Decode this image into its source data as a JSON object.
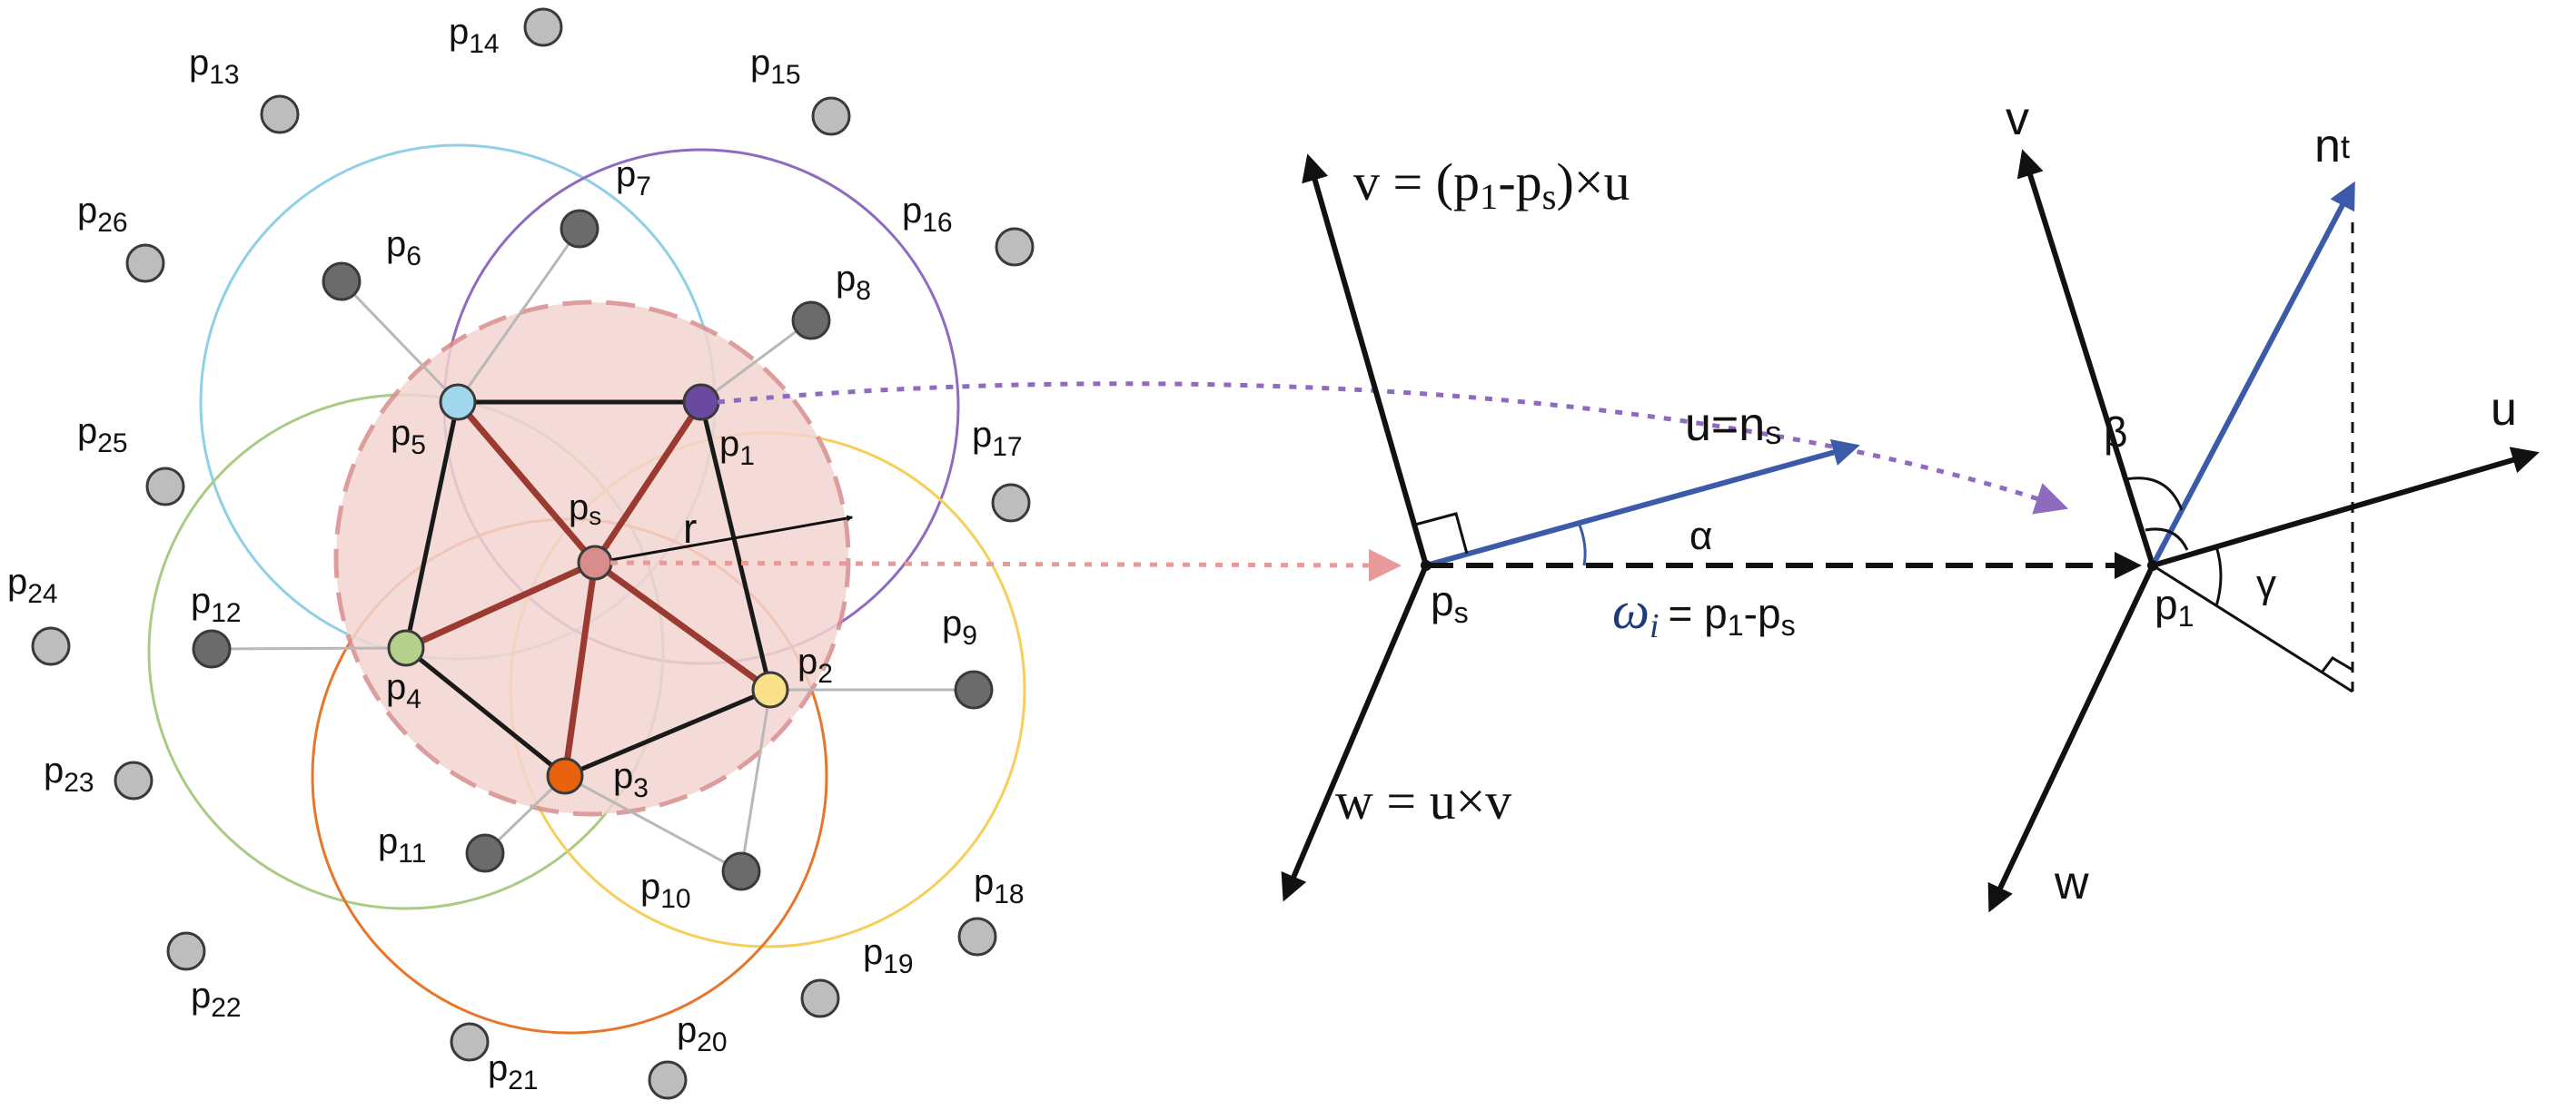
{
  "neighborhood": {
    "center_label": "p",
    "center_sub": "s",
    "radius_label": "r",
    "points": [
      {
        "id": "p1",
        "base": "p",
        "sub": "1",
        "ring": "inner"
      },
      {
        "id": "p2",
        "base": "p",
        "sub": "2",
        "ring": "inner"
      },
      {
        "id": "p3",
        "base": "p",
        "sub": "3",
        "ring": "inner"
      },
      {
        "id": "p4",
        "base": "p",
        "sub": "4",
        "ring": "inner"
      },
      {
        "id": "p5",
        "base": "p",
        "sub": "5",
        "ring": "inner"
      },
      {
        "id": "p6",
        "base": "p",
        "sub": "6",
        "ring": "middle"
      },
      {
        "id": "p7",
        "base": "p",
        "sub": "7",
        "ring": "middle"
      },
      {
        "id": "p8",
        "base": "p",
        "sub": "8",
        "ring": "middle"
      },
      {
        "id": "p9",
        "base": "p",
        "sub": "9",
        "ring": "middle"
      },
      {
        "id": "p10",
        "base": "p",
        "sub": "10",
        "ring": "middle"
      },
      {
        "id": "p11",
        "base": "p",
        "sub": "11",
        "ring": "middle"
      },
      {
        "id": "p12",
        "base": "p",
        "sub": "12",
        "ring": "middle"
      },
      {
        "id": "p13",
        "base": "p",
        "sub": "13",
        "ring": "outer"
      },
      {
        "id": "p14",
        "base": "p",
        "sub": "14",
        "ring": "outer"
      },
      {
        "id": "p15",
        "base": "p",
        "sub": "15",
        "ring": "outer"
      },
      {
        "id": "p16",
        "base": "p",
        "sub": "16",
        "ring": "outer"
      },
      {
        "id": "p17",
        "base": "p",
        "sub": "17",
        "ring": "outer"
      },
      {
        "id": "p18",
        "base": "p",
        "sub": "18",
        "ring": "outer"
      },
      {
        "id": "p19",
        "base": "p",
        "sub": "19",
        "ring": "outer"
      },
      {
        "id": "p20",
        "base": "p",
        "sub": "20",
        "ring": "outer"
      },
      {
        "id": "p21",
        "base": "p",
        "sub": "21",
        "ring": "outer"
      },
      {
        "id": "p22",
        "base": "p",
        "sub": "22",
        "ring": "outer"
      },
      {
        "id": "p23",
        "base": "p",
        "sub": "23",
        "ring": "outer"
      },
      {
        "id": "p24",
        "base": "p",
        "sub": "24",
        "ring": "outer"
      },
      {
        "id": "p25",
        "base": "p",
        "sub": "25",
        "ring": "outer"
      },
      {
        "id": "p26",
        "base": "p",
        "sub": "26",
        "ring": "outer"
      }
    ],
    "colors": {
      "p1": "#6a4a9e",
      "p2": "#fbe08a",
      "p3": "#e8620e",
      "p4": "#b3d18a",
      "p5": "#9fd8ec",
      "center": "#d98c8c",
      "middle_point": "#6b6b6b",
      "outer_point": "#bdbdbd",
      "spoke": "#9b3a30",
      "region_fill": "#f3d5d1",
      "region_stroke": "#d98c8c",
      "circle_p1": "#8e6bbf",
      "circle_p2": "#f7ce5a",
      "circle_p3": "#e8762a",
      "circle_p4": "#a8cc84",
      "circle_p5": "#8fd0e6"
    }
  },
  "frame_source": {
    "v_label": "v = (p",
    "v_sub1": "1",
    "v_mid": "-p",
    "v_sub2": "s",
    "v_end": ")×u",
    "u_label": "u=n",
    "u_sub": "s",
    "w_label": "w = u×v",
    "origin_label": "p",
    "origin_sub": "s",
    "angle_label": "α",
    "omega_symbol": "ω",
    "omega_sub": "i",
    "omega_rhs": "= p",
    "omega_rhs_sub1": "1",
    "omega_rhs_mid": "-p",
    "omega_rhs_sub2": "s"
  },
  "frame_target": {
    "v_label": "v",
    "u_label": "u",
    "w_label": "w",
    "n_label": "n",
    "n_sub": "t",
    "origin_label": "p",
    "origin_sub": "1",
    "beta_label": "β",
    "gamma_label": "γ"
  },
  "colors": {
    "axis": "#111111",
    "normal": "#3b5aa8",
    "link_purple": "#8e6bbf",
    "link_pink": "#e89a9a"
  }
}
